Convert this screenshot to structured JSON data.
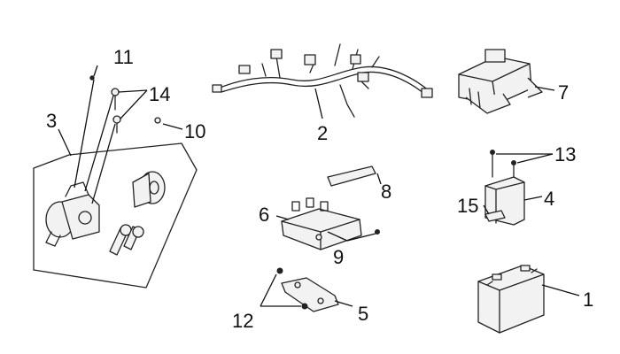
{
  "diagram": {
    "colors": {
      "line": "#222222",
      "text": "#111111",
      "background": "#ffffff"
    },
    "callouts": [
      {
        "id": "c1",
        "label": "1"
      },
      {
        "id": "c2",
        "label": "2"
      },
      {
        "id": "c3",
        "label": "3"
      },
      {
        "id": "c4",
        "label": "4"
      },
      {
        "id": "c5",
        "label": "5"
      },
      {
        "id": "c6",
        "label": "6"
      },
      {
        "id": "c7",
        "label": "7"
      },
      {
        "id": "c8",
        "label": "8"
      },
      {
        "id": "c9",
        "label": "9"
      },
      {
        "id": "c10",
        "label": "10"
      },
      {
        "id": "c11",
        "label": "11"
      },
      {
        "id": "c12",
        "label": "12"
      },
      {
        "id": "c13",
        "label": "13"
      },
      {
        "id": "c14",
        "label": "14"
      },
      {
        "id": "c15",
        "label": "15"
      }
    ]
  }
}
